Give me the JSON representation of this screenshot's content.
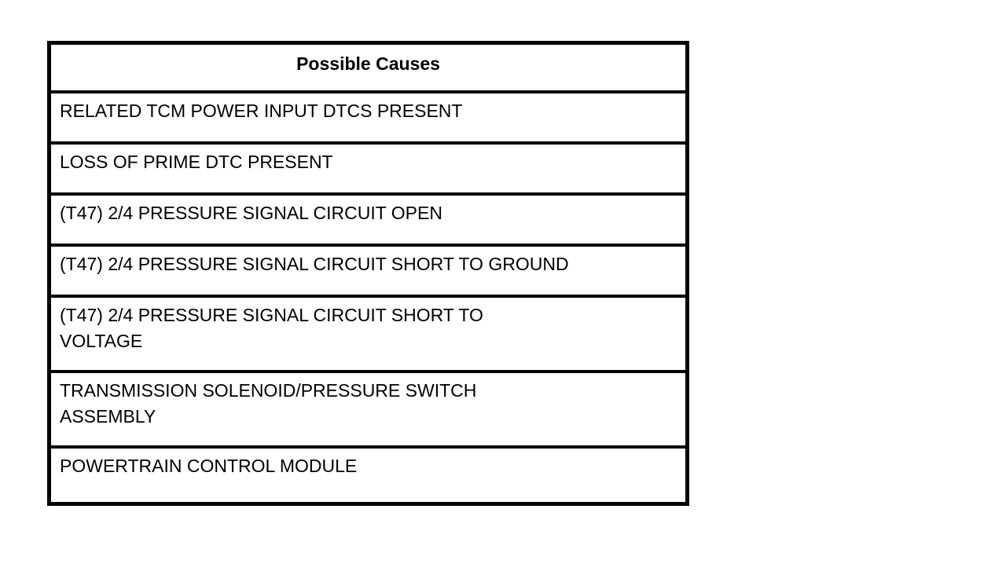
{
  "table": {
    "title": "Possible Causes",
    "column_header": "Possible Causes",
    "border_color": "#000000",
    "background_color": "#ffffff",
    "text_color": "#000000",
    "rows": [
      {
        "label": "RELATED TCM POWER INPUT DTCS PRESENT",
        "lines": 1
      },
      {
        "label": "LOSS OF PRIME DTC PRESENT",
        "lines": 1
      },
      {
        "label": "(T47) 2/4 PRESSURE SIGNAL CIRCUIT OPEN",
        "lines": 1
      },
      {
        "label": "(T47) 2/4 PRESSURE SIGNAL CIRCUIT SHORT TO GROUND",
        "lines": 1
      },
      {
        "label": "(T47) 2/4 PRESSURE SIGNAL CIRCUIT SHORT TO\nVOLTAGE",
        "lines": 2
      },
      {
        "label": "TRANSMISSION SOLENOID/PRESSURE SWITCH\nASSEMBLY",
        "lines": 2
      },
      {
        "label": "POWERTRAIN CONTROL MODULE",
        "lines": 1
      }
    ]
  }
}
